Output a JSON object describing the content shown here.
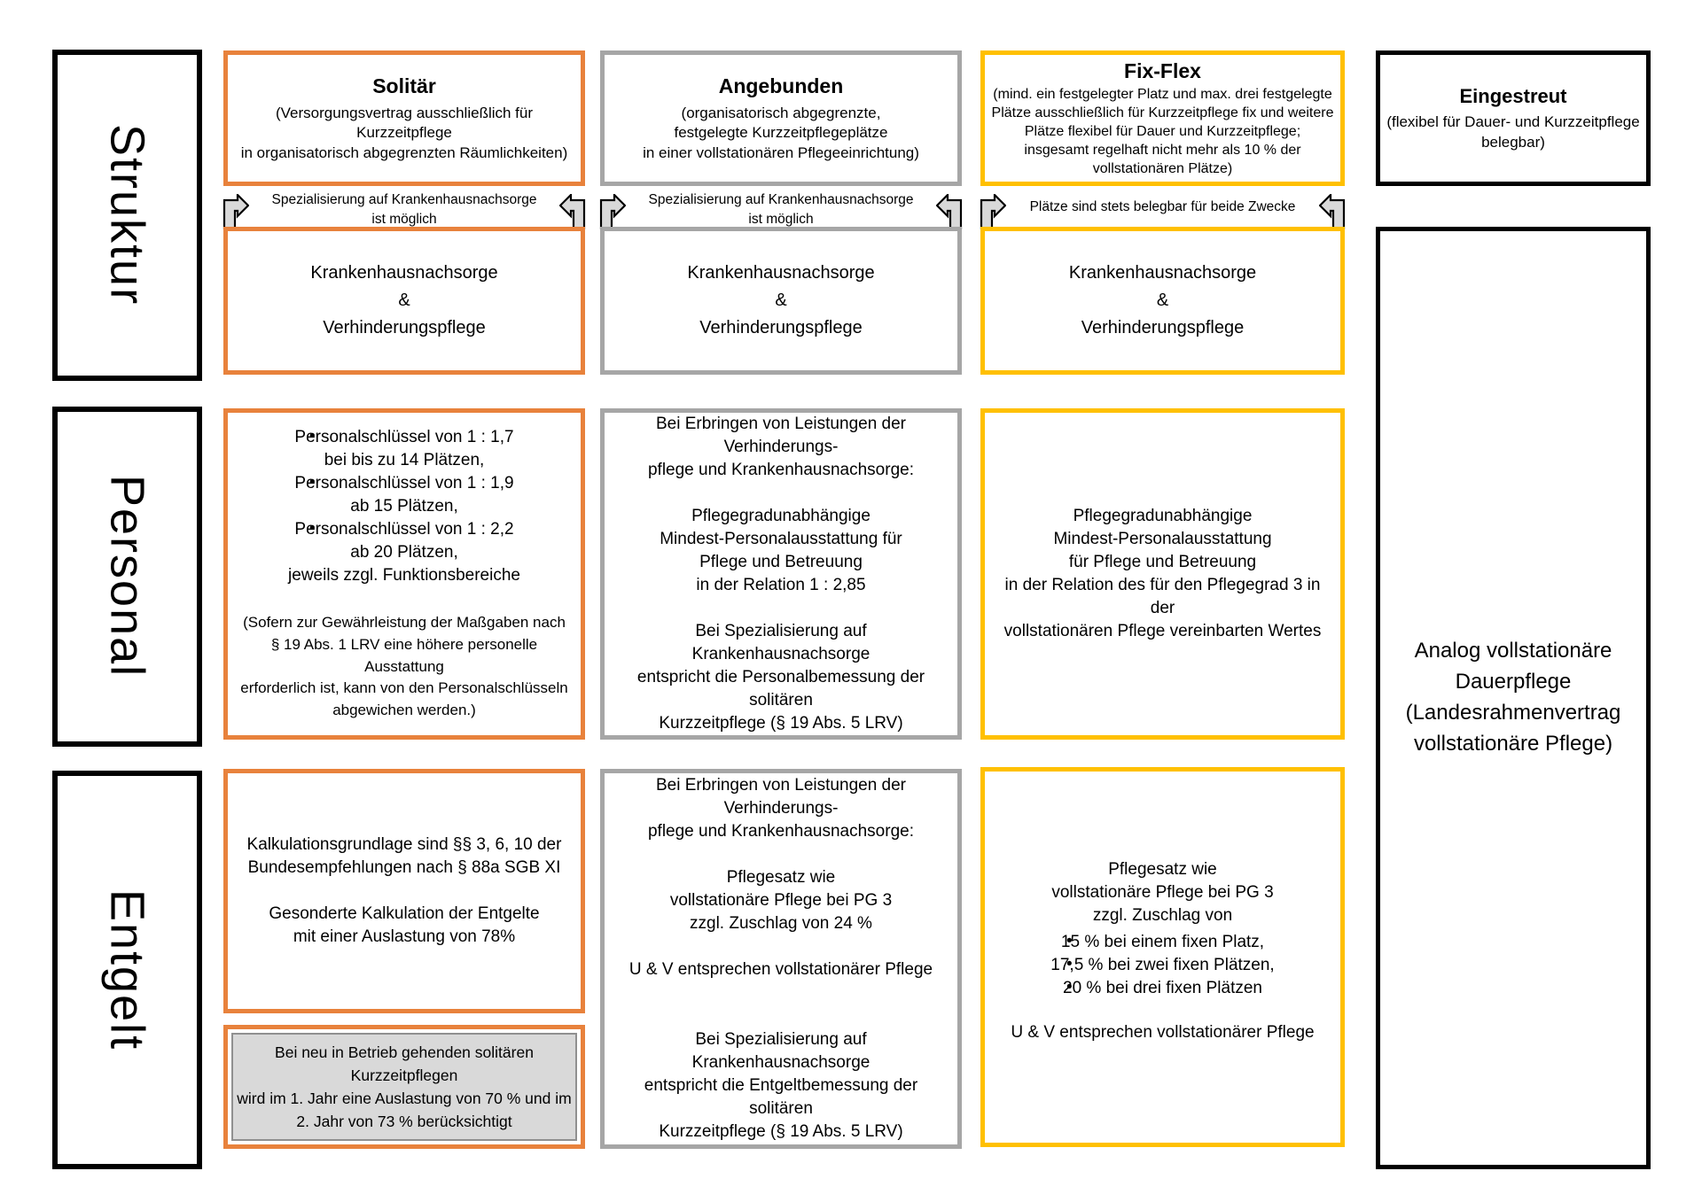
{
  "colors": {
    "orange": "#E8823C",
    "gray": "#A6A6A6",
    "yellow": "#FFC000",
    "black": "#000000",
    "arrow_fill": "#D9D9D9",
    "note_fill": "#D9D9D9"
  },
  "row_labels": {
    "struktur": "Struktur",
    "personal": "Personal",
    "entgelt": "Entgelt"
  },
  "headers": {
    "solitaer": {
      "title": "Solitär",
      "sub": [
        "(Versorgungsvertrag ausschließlich für Kurzzeitpflege",
        "in organisatorisch abgegrenzten Räumlichkeiten)"
      ]
    },
    "angebunden": {
      "title": "Angebunden",
      "sub": [
        "(organisatorisch abgegrenzte,",
        "festgelegte Kurzzeitpflegeplätze",
        "in einer vollstationären Pflegeeinrichtung)"
      ]
    },
    "fixflex": {
      "title": "Fix-Flex",
      "sub": [
        "(mind. ein festgelegter Platz und max. drei festgelegte",
        "Plätze ausschließlich für Kurzzeitpflege fix und weitere",
        "Plätze flexibel für Dauer und Kurzzeitpflege;",
        "insgesamt regelhaft nicht mehr als 10 % der",
        "vollstationären Plätze)"
      ]
    },
    "eingestreut": {
      "title": "Eingestreut",
      "sub": [
        "(flexibel für Dauer- und Kurzzeitpflege",
        "belegbar)"
      ]
    }
  },
  "strips": {
    "solitaer": {
      "line1": "Spezialisierung auf Krankenhausnachsorge",
      "line2": "ist möglich"
    },
    "angebunden": {
      "line1": "Spezialisierung auf Krankenhausnachsorge",
      "line2": "ist möglich"
    },
    "fixflex": {
      "line1": "Plätze sind stets belegbar für beide Zwecke"
    }
  },
  "struktur": {
    "common": [
      "Krankenhausnachsorge",
      "&",
      "Verhinderungspflege"
    ]
  },
  "eingestreut_panel": [
    "Analog vollstationäre",
    "Dauerpflege",
    "(Landesrahmenvertrag",
    "vollstationäre Pflege)"
  ],
  "personal": {
    "solitaer": {
      "bullets": [
        {
          "l1": "Personalschlüssel von 1 : 1,7",
          "l2": "bei bis zu 14 Plätzen,"
        },
        {
          "l1": "Personalschlüssel von 1 : 1,9",
          "l2": "ab 15 Plätzen,"
        },
        {
          "l1": "Personalschlüssel von 1 : 2,2",
          "l2": "ab 20 Plätzen,"
        }
      ],
      "suffix": "jeweils zzgl. Funktionsbereiche",
      "note": [
        "(Sofern zur Gewährleistung der Maßgaben nach",
        "§ 19 Abs. 1 LRV eine höhere personelle Ausstattung",
        "erforderlich ist, kann von den Personalschlüsseln",
        "abgewichen werden.)"
      ]
    },
    "angebunden": {
      "p1": [
        "Bei Erbringen von Leistungen der Verhinderungs-",
        "pflege und Krankenhausnachsorge:"
      ],
      "p2": [
        "Pflegegradunabhängige",
        "Mindest-Personalausstattung für",
        "Pflege und Betreuung",
        "in der Relation 1 : 2,85"
      ],
      "p3": [
        "Bei Spezialisierung auf Krankenhausnachsorge",
        "entspricht die Personalbemessung der solitären",
        "Kurzzeitpflege (§ 19 Abs. 5 LRV)"
      ]
    },
    "fixflex": {
      "p1": [
        "Pflegegradunabhängige",
        "Mindest-Personalausstattung",
        "für Pflege und Betreuung",
        "in der Relation des für den Pflegegrad 3 in der",
        "vollstationären Pflege vereinbarten Wertes"
      ]
    }
  },
  "entgelt": {
    "solitaer": {
      "p1": [
        "Kalkulationsgrundlage sind §§ 3, 6, 10 der",
        "Bundesempfehlungen nach § 88a SGB XI"
      ],
      "p2": [
        "Gesonderte Kalkulation der Entgelte",
        "mit einer Auslastung von 78%"
      ],
      "note": [
        "Bei neu in Betrieb gehenden solitären Kurzzeitpflegen",
        "wird im 1. Jahr eine Auslastung von 70 % und im",
        "2. Jahr von 73 % berücksichtigt"
      ]
    },
    "angebunden": {
      "p1": [
        "Bei Erbringen von Leistungen der Verhinderungs-",
        "pflege und Krankenhausnachsorge:"
      ],
      "p2": [
        "Pflegesatz wie",
        "vollstationäre Pflege bei PG 3",
        "zzgl. Zuschlag von 24 %"
      ],
      "p3": [
        "U & V entsprechen vollstationärer Pflege"
      ],
      "p4": [
        "Bei Spezialisierung auf Krankenhausnachsorge",
        "entspricht die Entgeltbemessung der solitären",
        "Kurzzeitpflege (§ 19 Abs. 5 LRV)"
      ]
    },
    "fixflex": {
      "p1": [
        "Pflegesatz wie",
        "vollstationäre Pflege bei PG 3",
        "zzgl. Zuschlag von"
      ],
      "bullets": [
        "15 % bei einem fixen Platz,",
        "17,5 % bei zwei fixen Plätzen,",
        "20 % bei drei fixen Plätzen"
      ],
      "p2": [
        "U & V entsprechen vollstationärer Pflege"
      ]
    }
  }
}
